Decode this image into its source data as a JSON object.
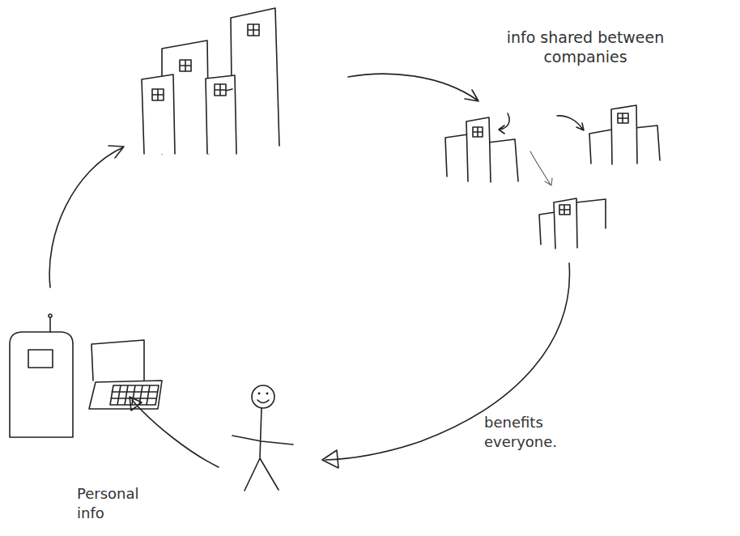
{
  "diagram": {
    "labels": [
      "info shared between companies",
      "benefits everyone.",
      "Personal info"
    ]
  }
}
